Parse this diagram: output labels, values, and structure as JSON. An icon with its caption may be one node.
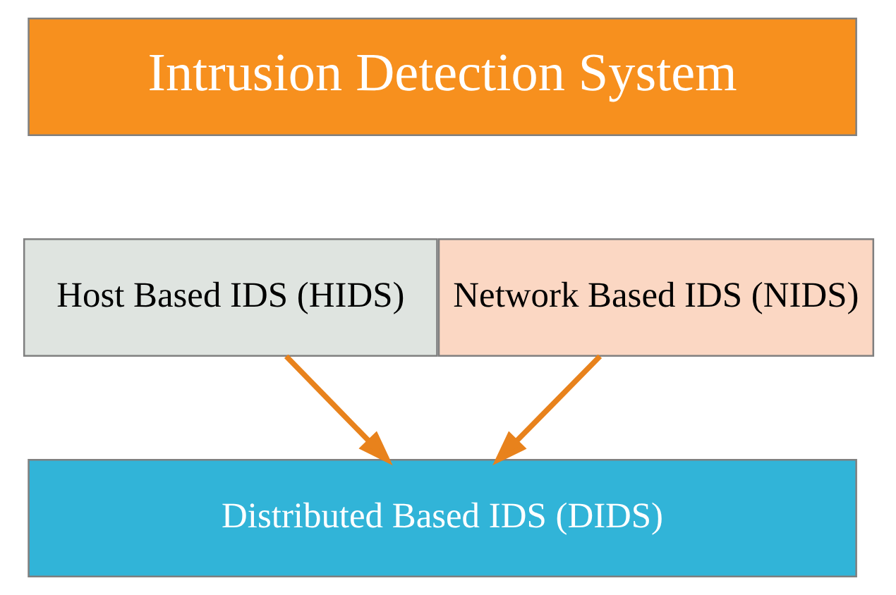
{
  "diagram": {
    "nodes": [
      {
        "text": [
          "Intrusion Detection System"
        ]
      },
      {
        "text": [
          "Host Based IDS (HIDS)"
        ]
      },
      {
        "text": [
          "Network Based IDS (NIDS)"
        ]
      },
      {
        "text": [
          "Distributed Based IDS (DIDS)"
        ]
      }
    ],
    "edges": [
      {
        "from": 1,
        "to": 3,
        "arrow": "to",
        "color": "#e8821c"
      },
      {
        "from": 2,
        "to": 3,
        "arrow": "to",
        "color": "#e8821c"
      }
    ]
  }
}
